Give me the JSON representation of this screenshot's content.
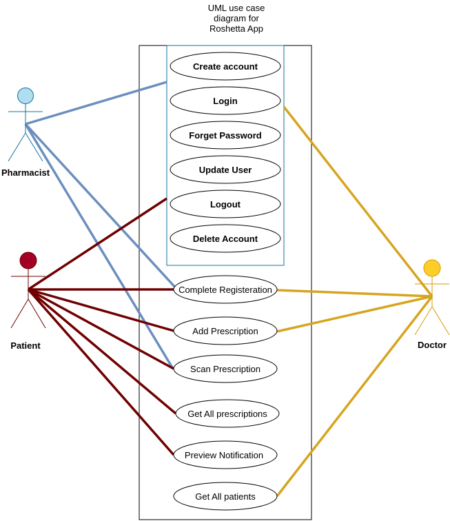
{
  "title": [
    "UML use case",
    "diagram for",
    "Roshetta App"
  ],
  "actors": {
    "pharmacist": {
      "label": "Pharmacist",
      "head_color": "#b1ddf0",
      "stroke_color": "#10739e",
      "line_color": "#6c8ebf"
    },
    "patient": {
      "label": "Patient",
      "head_color": "#a20025",
      "stroke_color": "#6f0000",
      "line_color": "#6f0000"
    },
    "doctor": {
      "label": "Doctor",
      "head_color": "#ffcd28",
      "stroke_color": "#d79b00",
      "line_color": "#d6a520"
    }
  },
  "account_use_cases": [
    "Create account",
    "Login",
    "Forget Password",
    "Update User",
    "Logout",
    "Delete Account"
  ],
  "use_cases": [
    "Complete Registeration",
    "Add Prescription",
    "Scan Prescription",
    "Get All prescriptions",
    "Preview Notification",
    "Get All patients"
  ]
}
